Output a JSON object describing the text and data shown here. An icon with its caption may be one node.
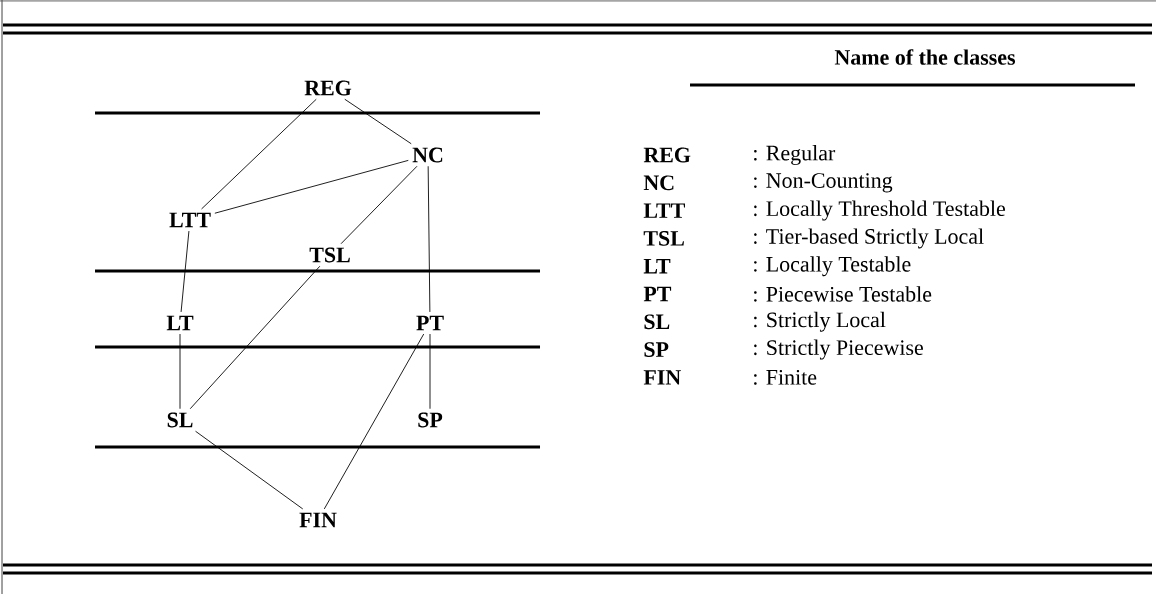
{
  "diagram": {
    "nodes": [
      {
        "text": [
          "REG"
        ]
      },
      {
        "text": [
          "NC"
        ]
      },
      {
        "text": [
          "LTT"
        ]
      },
      {
        "text": [
          "TSL"
        ]
      },
      {
        "text": [
          "LT"
        ]
      },
      {
        "text": [
          "PT"
        ]
      },
      {
        "text": [
          "SL"
        ]
      },
      {
        "text": [
          "SP"
        ]
      },
      {
        "text": [
          "FIN"
        ]
      }
    ],
    "edges": [
      {
        "from": 0,
        "to": 1,
        "arrow": "none"
      },
      {
        "from": 0,
        "to": 2,
        "arrow": "none"
      },
      {
        "from": 1,
        "to": 2,
        "arrow": "none"
      },
      {
        "from": 1,
        "to": 3,
        "arrow": "none"
      },
      {
        "from": 1,
        "to": 5,
        "arrow": "none"
      },
      {
        "from": 2,
        "to": 4,
        "arrow": "none"
      },
      {
        "from": 4,
        "to": 6,
        "arrow": "none"
      },
      {
        "from": 3,
        "to": 6,
        "arrow": "none"
      },
      {
        "from": 5,
        "to": 7,
        "arrow": "none"
      },
      {
        "from": 5,
        "to": 8,
        "arrow": "none"
      },
      {
        "from": 6,
        "to": 8,
        "arrow": "none"
      }
    ],
    "labels": [
      "Name of the classes",
      "REG",
      ": Regular",
      "NC",
      ": Non-Counting",
      "LTT",
      ": Locally Threshold Testable",
      "TSL",
      ": Tier-based Strictly Local",
      "LT",
      ": Locally Testable",
      "PT",
      ": Piecewise Testable",
      "SL",
      ": Strictly Local",
      "SP",
      ": Strictly Piecewise",
      "FIN",
      ": Finite"
    ]
  }
}
